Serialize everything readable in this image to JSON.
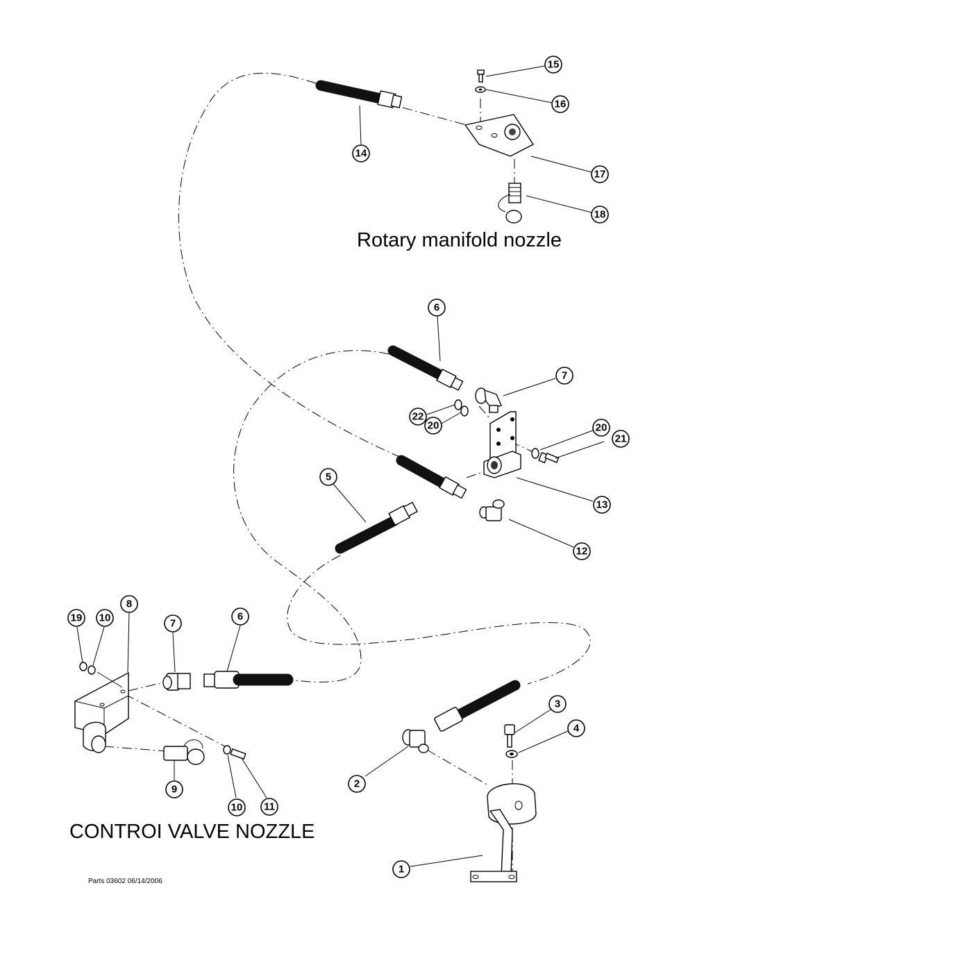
{
  "labels": {
    "rotary_title": "Rotary manifold nozzle",
    "control_title": "CONTROI VALVE NOZZLE",
    "footer": "Parts 03602  06/14/2006"
  },
  "callouts": [
    "15",
    "16",
    "14",
    "17",
    "18",
    "6",
    "7",
    "22",
    "20",
    "20",
    "21",
    "5",
    "13",
    "12",
    "19",
    "10",
    "8",
    "7",
    "6",
    "3",
    "4",
    "2",
    "9",
    "10",
    "11",
    "1"
  ]
}
